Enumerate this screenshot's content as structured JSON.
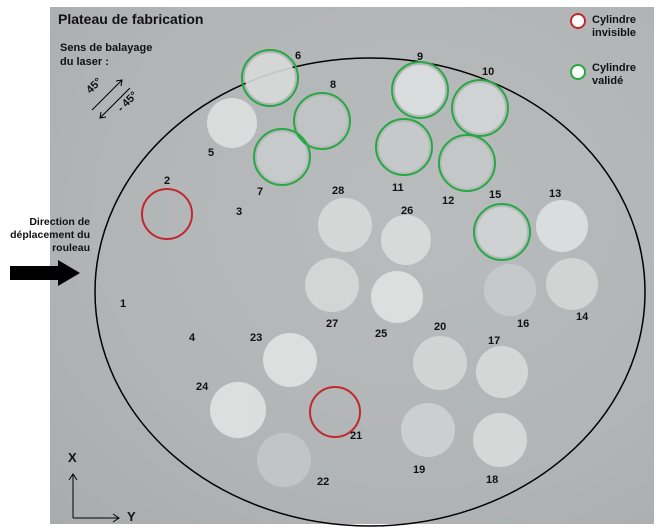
{
  "title": "Plateau de fabrication",
  "scan_label": "Sens de balayage du laser :",
  "scan_angles": {
    "plus": "45°",
    "minus": "- 45°"
  },
  "roller_label": "Direction de déplacement du rouleau",
  "legend": {
    "invisible": {
      "label": "Cylindre invisible",
      "color": "#c0282d"
    },
    "validated": {
      "label": "Cylindre validé",
      "color": "#27a844"
    }
  },
  "axes": {
    "x": "X",
    "y": "Y"
  },
  "cylinder_numbers": [
    "1",
    "2",
    "3",
    "4",
    "5",
    "6",
    "7",
    "8",
    "9",
    "10",
    "11",
    "12",
    "13",
    "14",
    "15",
    "16",
    "17",
    "18",
    "19",
    "20",
    "21",
    "22",
    "23",
    "24",
    "25",
    "26",
    "27",
    "28"
  ],
  "validated_cylinders": [
    "6",
    "7",
    "8",
    "9",
    "10",
    "11",
    "12",
    "15"
  ],
  "invisible_cylinders": [
    "2",
    "21"
  ]
}
